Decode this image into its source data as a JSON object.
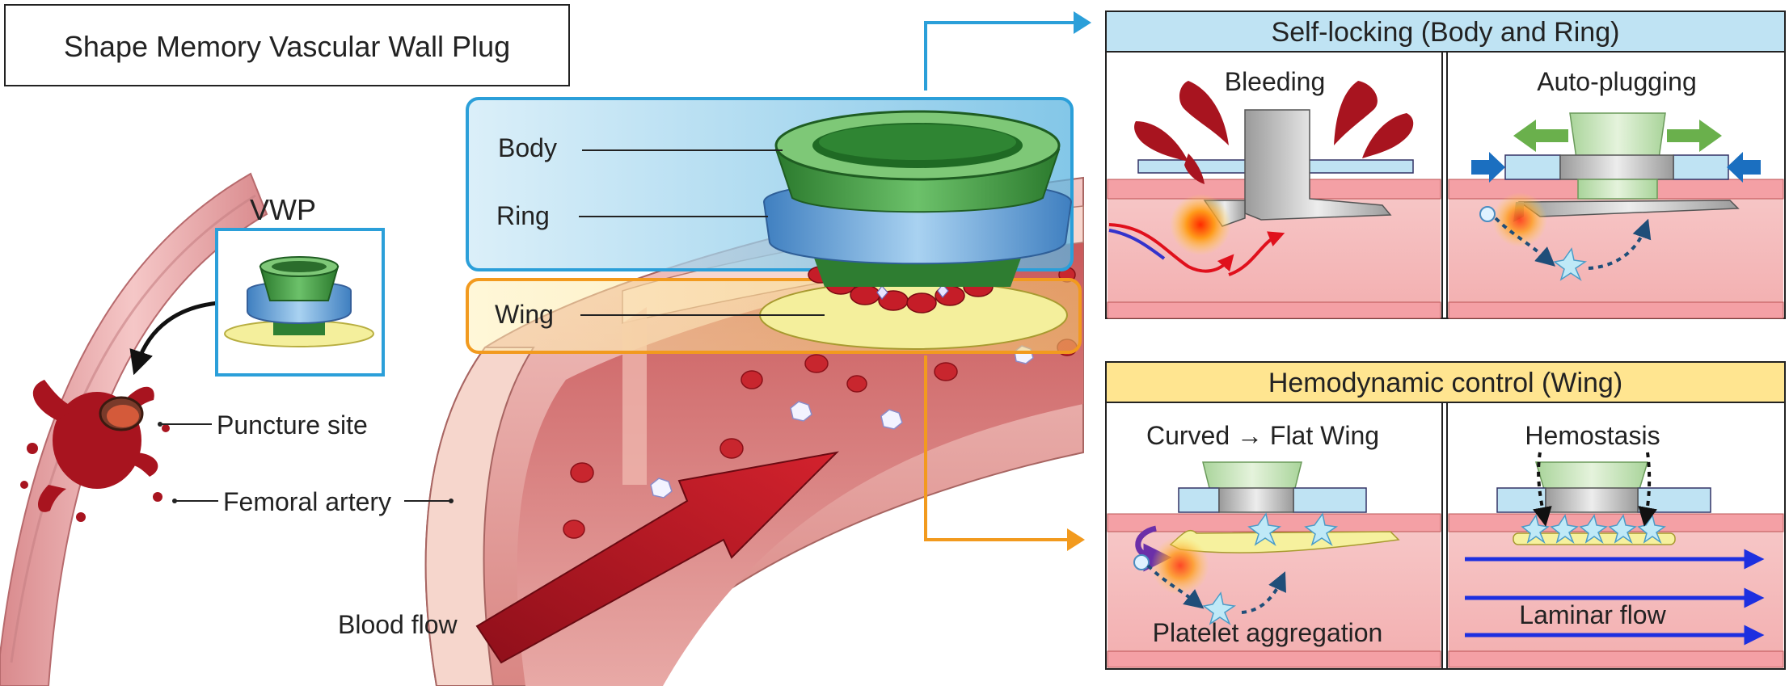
{
  "title": "Shape Memory Vascular Wall Plug",
  "left": {
    "vwp_label": "VWP",
    "puncture_label": "Puncture site",
    "artery_label": "Femoral artery"
  },
  "center": {
    "body_label": "Body",
    "ring_label": "Ring",
    "wing_label": "Wing",
    "flow_label": "Blood flow"
  },
  "panels": {
    "self_locking": {
      "header": "Self-locking (Body and Ring)",
      "left_caption": "Bleeding",
      "right_caption": "Auto-plugging"
    },
    "hemodynamic": {
      "header": "Hemodynamic control (Wing)",
      "left_caption": "Curved → Flat Wing",
      "left_bottom": "Platelet aggregation",
      "right_caption": "Hemostasis",
      "right_bottom": "Laminar flow"
    }
  },
  "colors": {
    "body_green": "#3e9a3e",
    "ring_blue": "#6aa8dc",
    "wing_yellow": "#f4ef9c",
    "blood_red": "#c11e2a",
    "vessel_pink": "#f1a9ab",
    "blue_frame": "#2b9fd9",
    "orange_frame": "#f29a1e",
    "header_blue": "#bfe3f3",
    "header_yellow": "#ffe590",
    "flow_arrow_blue": "#1d2fe0"
  }
}
